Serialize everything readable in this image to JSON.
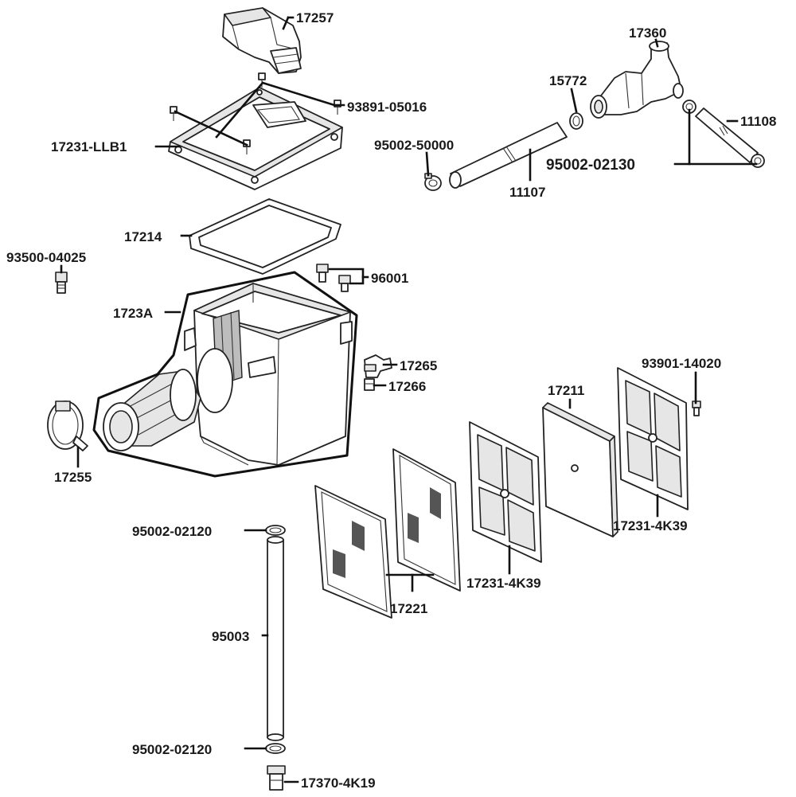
{
  "labels": {
    "p17257": "17257",
    "p93891": "93891-05016",
    "p17231_llb1": "17231-LLB1",
    "p17360": "17360",
    "p15772": "15772",
    "p11108": "11108",
    "p95002_50000": "95002-50000",
    "p95002_02130": "95002-02130",
    "p11107": "11107",
    "p17214": "17214",
    "p93500": "93500-04025",
    "p96001": "96001",
    "p1723A": "1723A",
    "p17265": "17265",
    "p17266": "17266",
    "p93901": "93901-14020",
    "p17211": "17211",
    "p17255": "17255",
    "p17231_4k39_right": "17231-4K39",
    "p95002_02120_top": "95002-02120",
    "p17231_4k39_mid": "17231-4K39",
    "p17221": "17221",
    "p95003": "95003",
    "p95002_02120_bottom": "95002-02120",
    "p17370": "17370-4K19"
  }
}
